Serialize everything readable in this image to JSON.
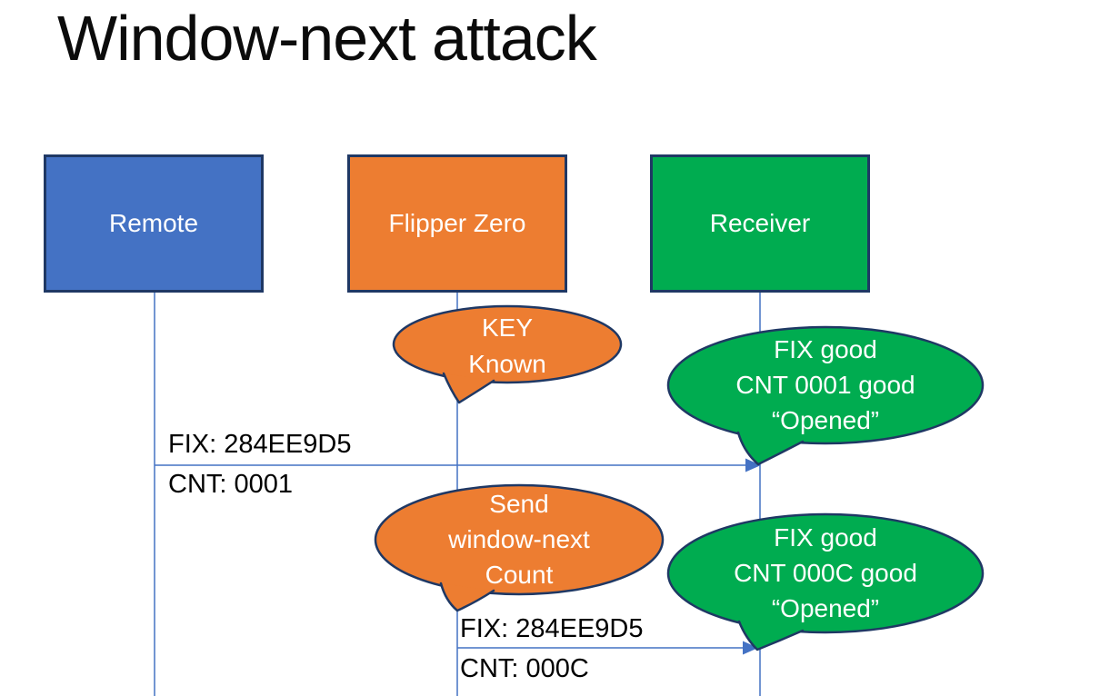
{
  "title": "Window-next attack",
  "actors": [
    {
      "id": "remote",
      "label": "Remote"
    },
    {
      "id": "flipper-zero",
      "label": "Flipper Zero"
    },
    {
      "id": "receiver",
      "label": "Receiver"
    }
  ],
  "bubbles": [
    {
      "id": "key-known",
      "color": "#ED7D31",
      "lines": [
        "KEY",
        "Known"
      ]
    },
    {
      "id": "receiver-opened-1",
      "color": "#00AC50",
      "lines": [
        "FIX good",
        "CNT 0001 good",
        "“Opened”"
      ]
    },
    {
      "id": "send-window-next",
      "color": "#ED7D31",
      "lines": [
        "Send",
        "window-next",
        "Count"
      ]
    },
    {
      "id": "receiver-opened-2",
      "color": "#00AC50",
      "lines": [
        "FIX good",
        "CNT 000C good",
        "“Opened”"
      ]
    }
  ],
  "messages": [
    {
      "id": "remote-to-receiver",
      "fix": "FIX: 284EE9D5",
      "cnt": "CNT: 0001"
    },
    {
      "id": "flipper-to-receiver",
      "fix": "FIX: 284EE9D5",
      "cnt": "CNT: 000C"
    }
  ],
  "colors": {
    "actor_blue": "#4472C4",
    "actor_orange": "#ED7D31",
    "actor_green": "#00AC50",
    "outline_navy": "#1F3864",
    "connector_blue": "#4472C4",
    "text_dark": "#000000",
    "text_light": "#FFFFFF"
  }
}
